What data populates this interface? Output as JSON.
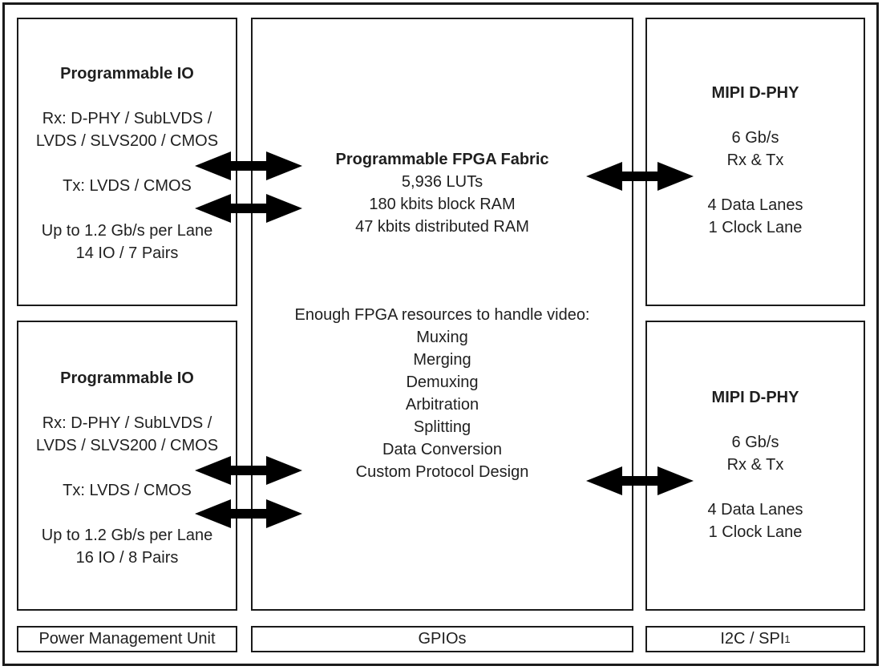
{
  "colors": {
    "line": "#1a1a1a",
    "text": "#1f1f1f",
    "arrow": "#000000",
    "background": "#ffffff"
  },
  "boxes": {
    "left_top": {
      "lines": [
        "Programmable IO",
        "",
        "Rx: D-PHY / SubLVDS /",
        "LVDS / SLVS200 / CMOS",
        "",
        "Tx: LVDS / CMOS",
        "",
        "Up to 1.2 Gb/s per Lane",
        "14 IO / 7 Pairs"
      ]
    },
    "left_bottom": {
      "lines": [
        "Programmable IO",
        "",
        "Rx: D-PHY / SubLVDS /",
        "LVDS / SLVS200 / CMOS",
        "",
        "Tx: LVDS / CMOS",
        "",
        "Up to 1.2 Gb/s per Lane",
        "16 IO / 8 Pairs"
      ]
    },
    "fabric": {
      "lines": [
        "Programmable FPGA Fabric",
        "5,936 LUTs",
        "180 kbits block RAM",
        "47 kbits distributed RAM"
      ]
    },
    "resources": {
      "lines": [
        "Enough FPGA resources to handle video:",
        "Muxing",
        "Merging",
        "Demuxing",
        "Arbitration",
        "Splitting",
        "Data Conversion",
        "Custom Protocol Design"
      ]
    },
    "right_top": {
      "lines": [
        "MIPI D-PHY",
        "",
        "6 Gb/s",
        "Rx & Tx",
        "",
        "4 Data Lanes",
        "1 Clock Lane"
      ]
    },
    "right_bottom": {
      "lines": [
        "MIPI D-PHY",
        "",
        "6 Gb/s",
        "Rx & Tx",
        "",
        "4 Data Lanes",
        "1 Clock Lane"
      ]
    }
  },
  "strips": {
    "left": {
      "label": "Power Management Unit"
    },
    "middle": {
      "label": "GPIOs"
    },
    "right": {
      "label": "I2C / SPI",
      "superscript": "1"
    }
  }
}
